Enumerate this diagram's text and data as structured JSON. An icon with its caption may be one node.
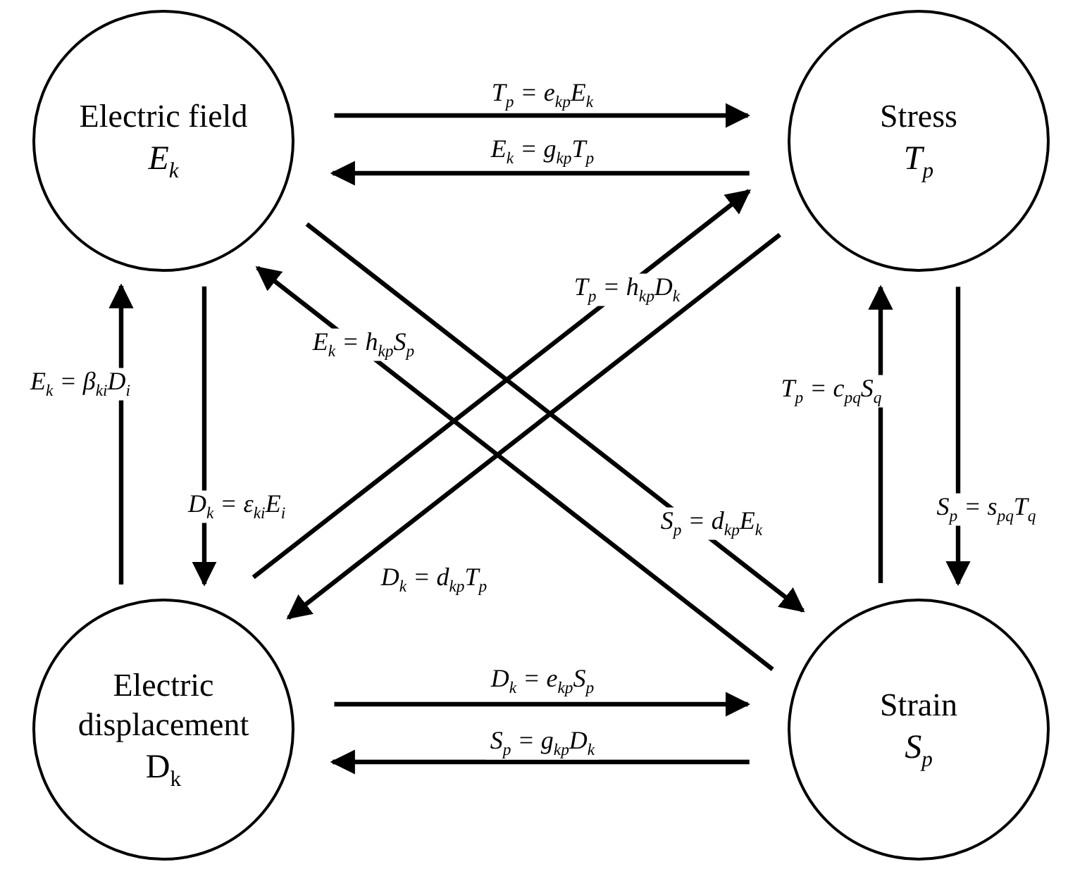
{
  "diagram": {
    "nodes": [
      {
        "text": [
          "Electric field",
          "E$_{k}$"
        ]
      },
      {
        "text": [
          "Stress",
          "T$_{p}$"
        ]
      },
      {
        "text": [
          "Electric displacement",
          "D$_{k}$"
        ]
      },
      {
        "text": [
          "Strain",
          "S$_{p}$"
        ]
      }
    ],
    "edges": [
      {
        "from": 0,
        "to": 1,
        "arrow": "to",
        "label": "T$_{p}$ = e$_{kp}$E$_{k}$"
      },
      {
        "from": 1,
        "to": 0,
        "arrow": "to",
        "label": "E$_{k}$ = g$_{kp}$T$_{p}$"
      },
      {
        "from": 2,
        "to": 0,
        "arrow": "to",
        "label": "E$_{k}$ = β$_{ki}$D$_{i}$"
      },
      {
        "from": 0,
        "to": 2,
        "arrow": "to",
        "label": "D$_{k}$ = ε$_{ki}$E$_{i}$"
      },
      {
        "from": 3,
        "to": 1,
        "arrow": "to",
        "label": "T$_{p}$ = c$_{pq}$S$_{q}$"
      },
      {
        "from": 1,
        "to": 3,
        "arrow": "to",
        "label": "S$_{p}$ = s$_{pq}$T$_{q}$"
      },
      {
        "from": 3,
        "to": 0,
        "arrow": "to",
        "label": "E$_{k}$ = h$_{kp}$S$_{p}$"
      },
      {
        "from": 0,
        "to": 3,
        "arrow": "to",
        "label": "S$_{p}$ = d$_{kp}$E$_{k}$"
      },
      {
        "from": 2,
        "to": 1,
        "arrow": "to",
        "label": "T$_{p}$ = h$_{kp}$D$_{k}$"
      },
      {
        "from": 1,
        "to": 2,
        "arrow": "to",
        "label": "D$_{k}$ = d$_{kp}$T$_{p}$"
      },
      {
        "from": 2,
        "to": 3,
        "arrow": "to",
        "label": "D$_{k}$ = e$_{kp}$S$_{p}$"
      },
      {
        "from": 3,
        "to": 2,
        "arrow": "to",
        "label": "S$_{p}$ = g$_{kp}$D$_{k}$"
      }
    ]
  }
}
